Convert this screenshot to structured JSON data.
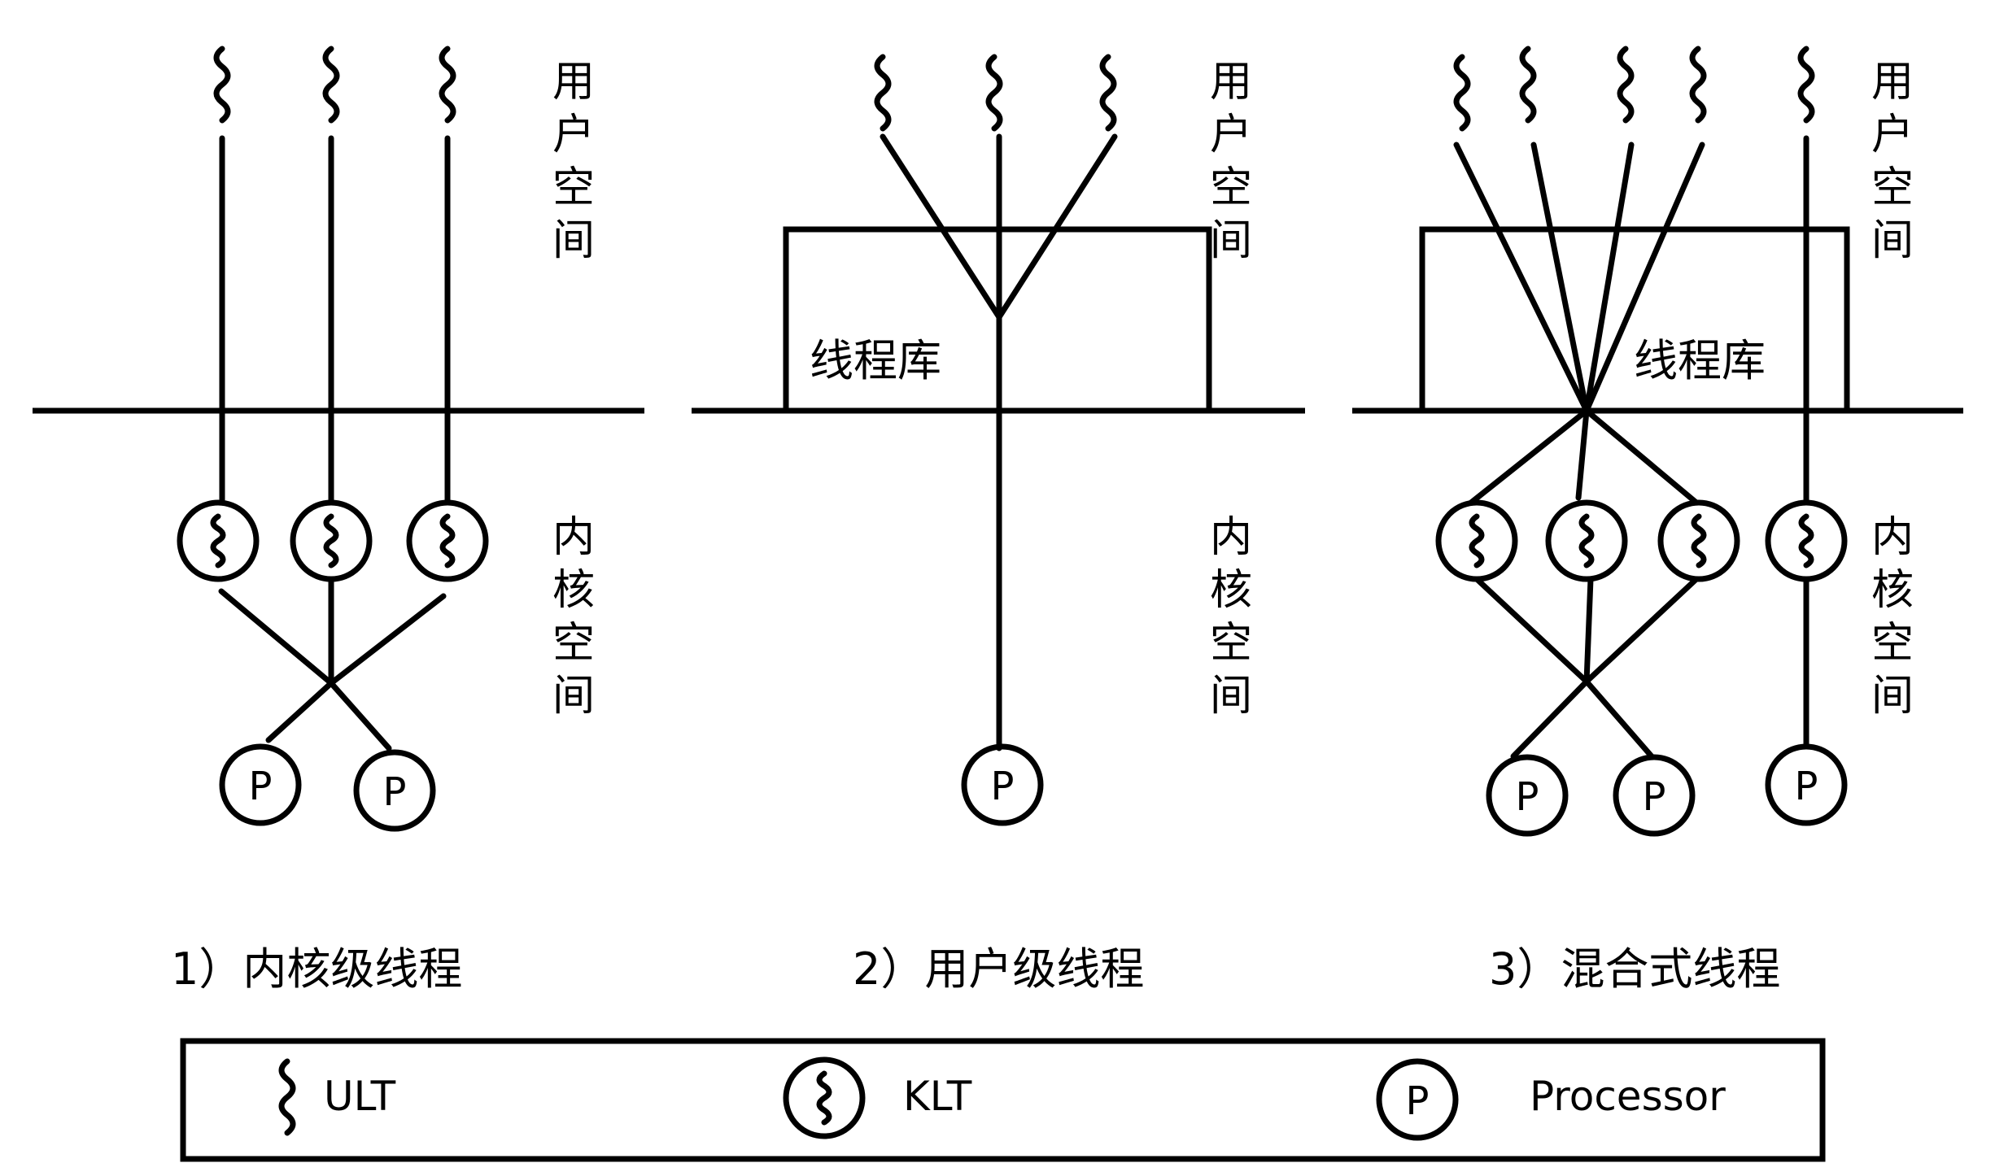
{
  "panels": [
    {
      "caption": "1）内核级线程",
      "user_space_label": [
        "用",
        "户",
        "空",
        "间"
      ],
      "kernel_space_label": [
        "内",
        "核",
        "空",
        "间"
      ]
    },
    {
      "caption": "2）用户级线程",
      "library_label": "线程库",
      "user_space_label": [
        "用",
        "户",
        "空",
        "间"
      ],
      "kernel_space_label": [
        "内",
        "核",
        "空",
        "间"
      ]
    },
    {
      "caption": "3）混合式线程",
      "library_label": "线程库",
      "user_space_label": [
        "用",
        "户",
        "空",
        "间"
      ],
      "kernel_space_label": [
        "内",
        "核",
        "空",
        "间"
      ]
    }
  ],
  "processor_label": "P",
  "legend": {
    "ult_label": "ULT",
    "klt_label": "KLT",
    "processor_symbol": "P",
    "processor_label": "Processor"
  }
}
